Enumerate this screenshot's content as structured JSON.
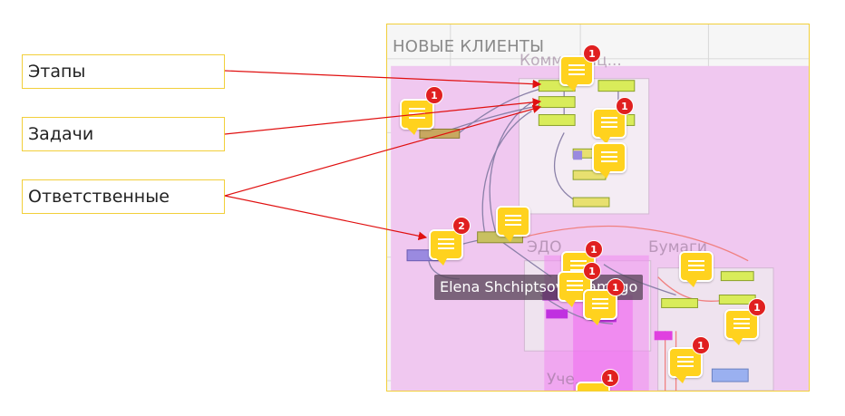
{
  "labels": {
    "stages": "Этапы",
    "tasks": "Задачи",
    "responsible": "Ответственные"
  },
  "board": {
    "title": "НОВЫЕ КЛИЕНТЫ",
    "ghost_komm": "Комм...кац...",
    "ghost_edo": "ЭДО",
    "ghost_bumagi": "Бумаги",
    "ghost_uchet": "Уче..."
  },
  "tooltip": {
    "text": "Elena Shchiptsov...Hamago"
  },
  "badges": [
    "1",
    "1",
    "1",
    "2",
    "1",
    "1",
    "1",
    "1",
    "1",
    "1"
  ],
  "colors": {
    "label_border": "#f2cf3a",
    "arrow": "#e01010",
    "pink_region": "#f0c8f0",
    "comment_yellow": "#ffd21e",
    "badge_red": "#e02020"
  }
}
